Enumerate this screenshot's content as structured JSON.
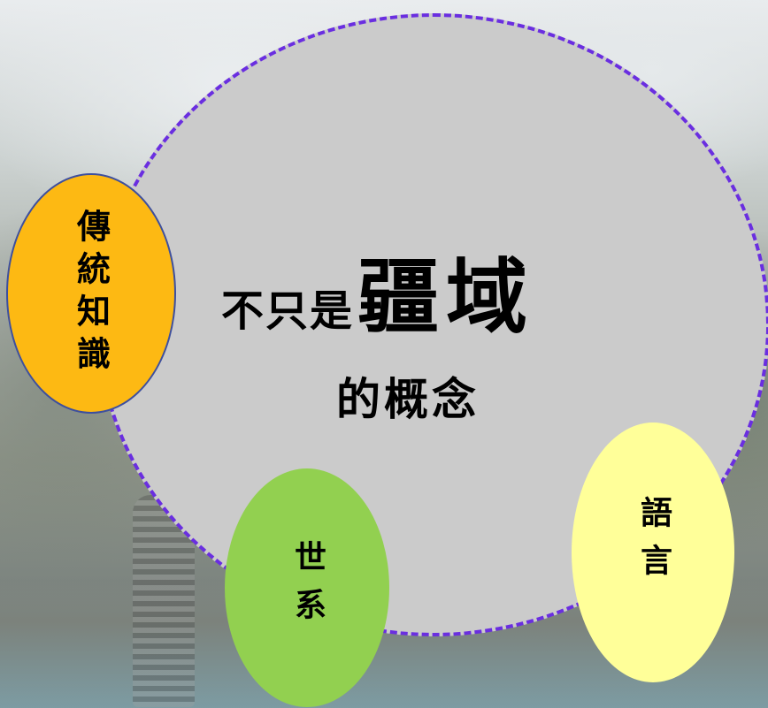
{
  "title": {
    "prefix": "不只是",
    "emphasis": "疆域",
    "suffix": "的概念"
  },
  "bubbles": {
    "knowledge": {
      "label": "傳統知識",
      "color": "#fdb913"
    },
    "lineage": {
      "label": "世系",
      "color": "#92d050"
    },
    "language": {
      "label": "語言",
      "color": "#ffff99"
    }
  },
  "main_circle": {
    "fill": "#cbcbcb",
    "border_color": "#6a2ee0",
    "border_style": "dashed"
  }
}
